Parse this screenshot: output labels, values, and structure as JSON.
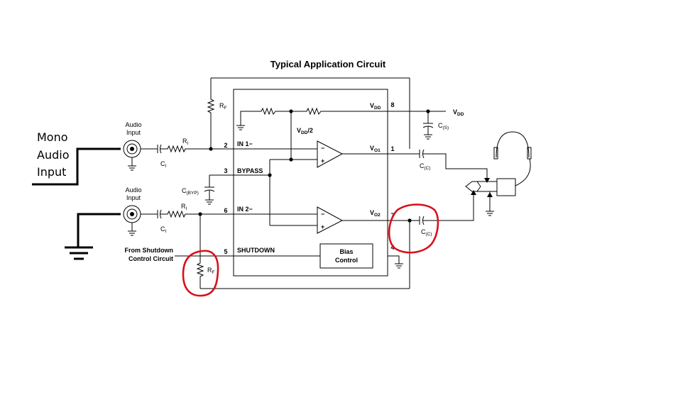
{
  "title": "Typical Application Circuit",
  "mono_label": [
    "Mono",
    "Audio",
    "Input"
  ],
  "audio_input_1": [
    "Audio",
    "Input"
  ],
  "audio_input_2": [
    "Audio",
    "Input"
  ],
  "shutdown_source": [
    "From Shutdown",
    "Control Circuit"
  ],
  "components": {
    "rf_top": {
      "main": "R",
      "sub": "F"
    },
    "ri_1": {
      "main": "R",
      "sub": "I"
    },
    "ci_1": {
      "main": "C",
      "sub": "I"
    },
    "ri_2": {
      "main": "R",
      "sub": "I"
    },
    "ci_2": {
      "main": "C",
      "sub": "I"
    },
    "rf_bottom": {
      "main": "R",
      "sub": "F"
    },
    "cbyp": {
      "main": "C",
      "sub": "(BYP)"
    },
    "cs": {
      "main": "C",
      "sub": "(S)"
    },
    "cc_1": {
      "main": "C",
      "sub": "(C)"
    },
    "cc_2": {
      "main": "C",
      "sub": "(C)"
    },
    "vdd_half": {
      "main": "V",
      "sub": "DD",
      "tail": "/2"
    },
    "vdd_ext": {
      "main": "V",
      "sub": "DD"
    }
  },
  "pins": {
    "in1": {
      "number": "2",
      "name": "IN 1−"
    },
    "bypass": {
      "number": "3",
      "name": "BYPASS"
    },
    "in2": {
      "number": "6",
      "name": "IN 2−"
    },
    "shutdown": {
      "number": "5",
      "name": "SHUTDOWN"
    },
    "vdd": {
      "number": "8",
      "main": "V",
      "sub": "DD"
    },
    "vo1": {
      "number": "1",
      "main": "V",
      "sub": "O1"
    },
    "vo2": {
      "number": "7",
      "main": "V",
      "sub": "O2"
    },
    "gnd": {
      "number": "4"
    }
  },
  "bias_block": [
    "Bias",
    "Control"
  ],
  "opamp_signs": {
    "minus": "−",
    "plus": "+"
  }
}
